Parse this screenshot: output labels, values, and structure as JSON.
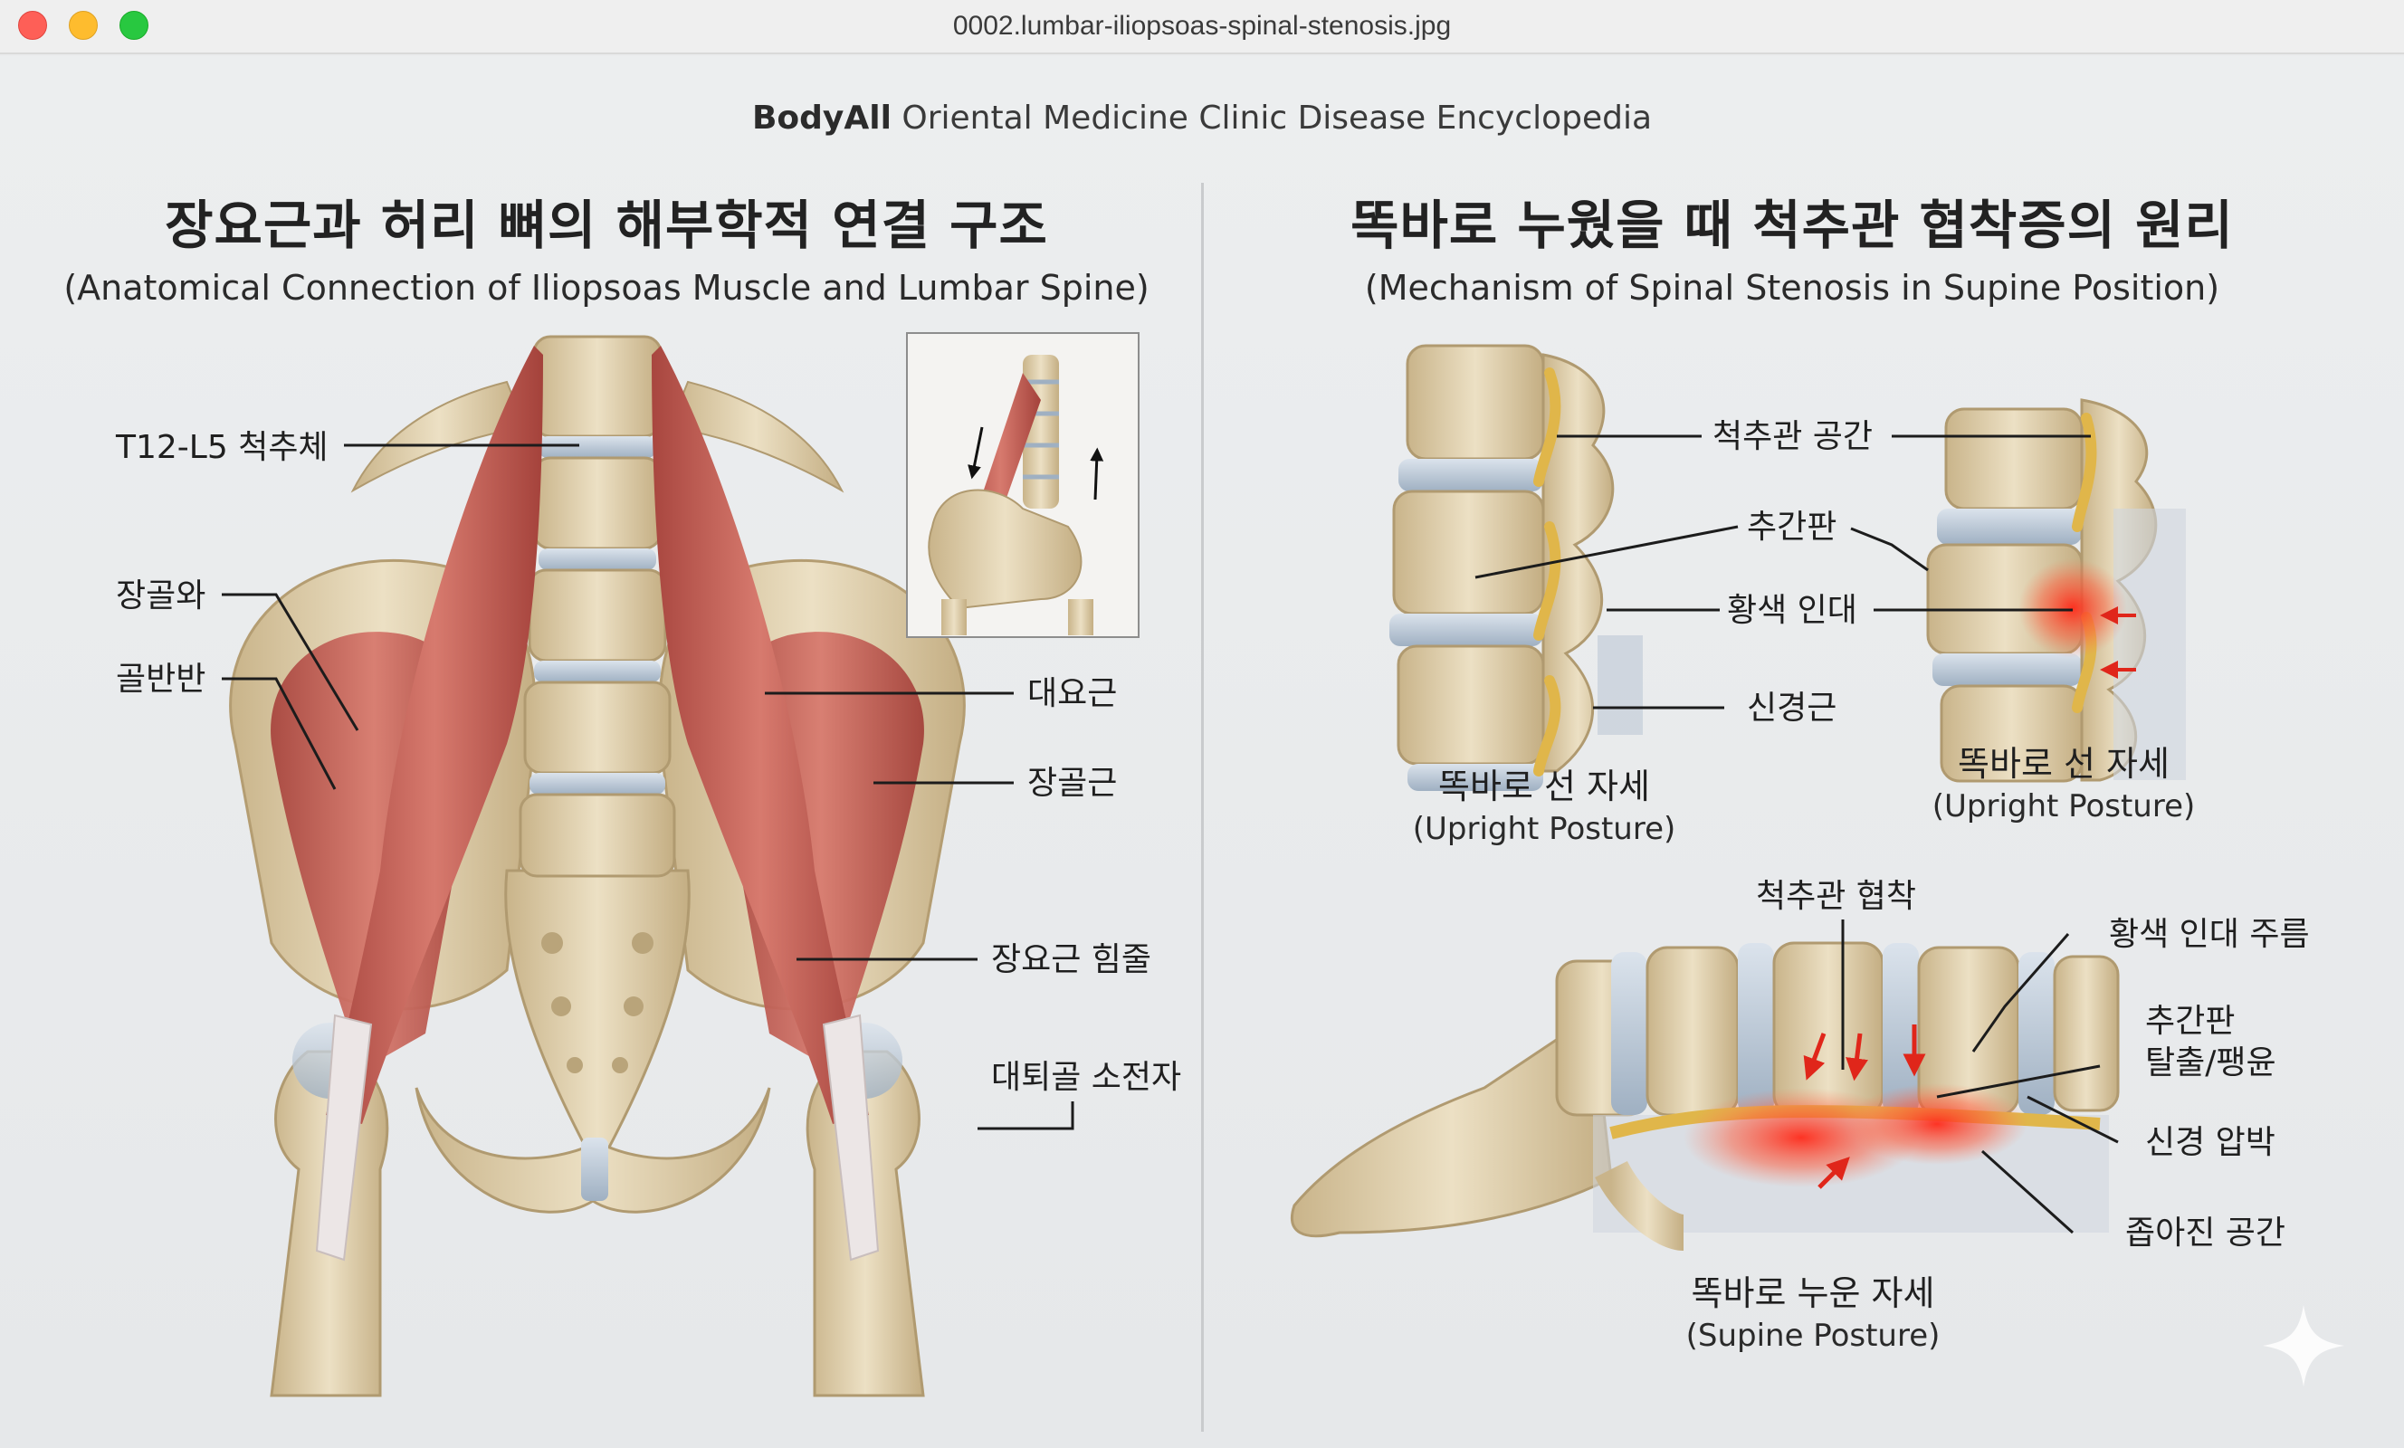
{
  "window": {
    "title": "0002.lumbar-iliopsoas-spinal-stenosis.jpg"
  },
  "header": {
    "brand": "BodyAll",
    "subtitle": "Oriental Medicine Clinic Disease Encyclopedia"
  },
  "left_panel": {
    "title_ko": "장요근과 허리 뼈의 해부학적 연결 구조",
    "title_en": "(Anatomical Connection of Iliopsoas Muscle and Lumbar Spine)",
    "labels": {
      "vertebrae": "T12-L5 척추체",
      "iliac_fossa": "장골와",
      "pelvis": "골반반",
      "psoas_major": "대요근",
      "iliacus": "장골근",
      "iliopsoas_tendon": "장요근 힘줄",
      "lesser_trochanter": "대퇴골 소전자"
    }
  },
  "right_panel": {
    "title_ko": "똑바로 누웠을 때 척추관 협착증의 원리",
    "title_en": "(Mechanism of Spinal Stenosis in Supine Position)",
    "labels": {
      "spinal_canal": "척추관 공간",
      "disc": "추간판",
      "ligamentum_flavum": "황색 인대",
      "nerve_root": "신경근",
      "stenosis": "척추관 협착",
      "flavum_fold": "황색 인대 주름",
      "herniation_line1": "추간판",
      "herniation_line2": "탈출/팽윤",
      "nerve_compression": "신경 압박",
      "narrowed_space": "좁아진 공간"
    },
    "captions": {
      "upright1_ko": "똑바로 선 자세",
      "upright1_en": "(Upright Posture)",
      "upright2_ko": "똑바로 선 자세",
      "upright2_en": "(Upright Posture)",
      "supine_ko": "똑바로 누운 자세",
      "supine_en": "(Supine Posture)"
    }
  },
  "colors": {
    "muscle": "#c8635a",
    "bone": "#e3d3b0",
    "disc": "#b9c6d3",
    "nerve": "#e0b64a",
    "inflammation": "#e8291c"
  },
  "icons": [
    "sparkle-icon"
  ]
}
